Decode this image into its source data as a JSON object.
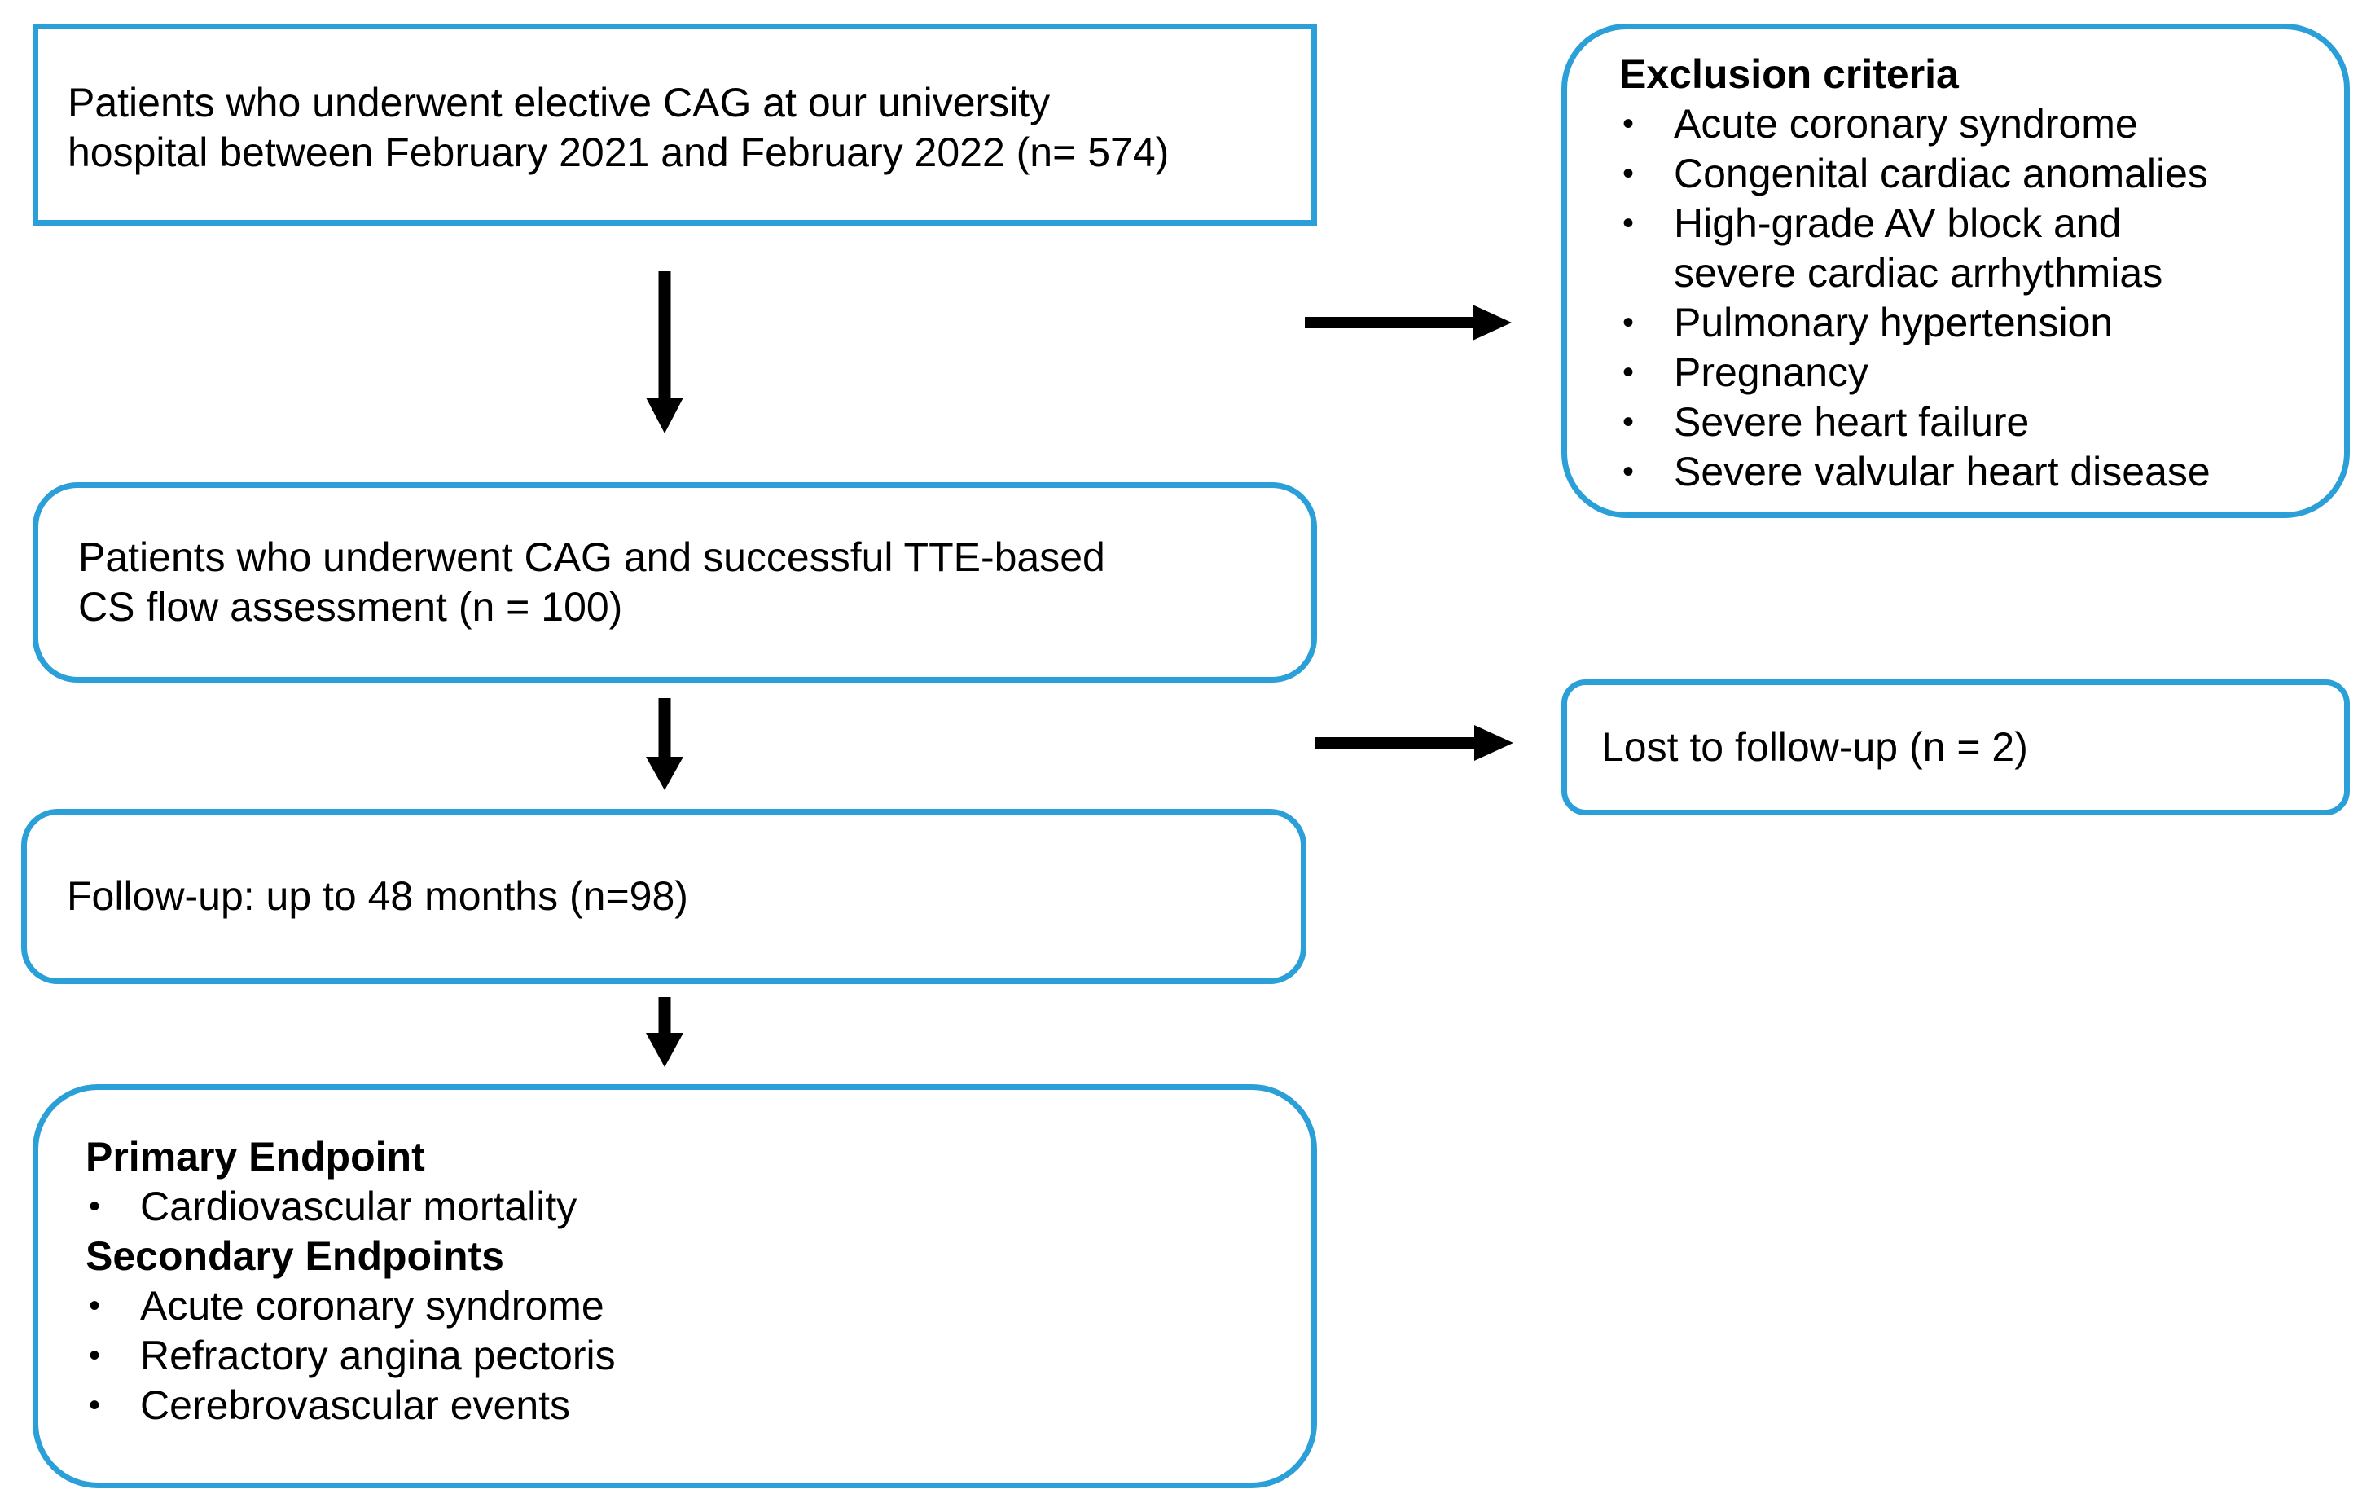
{
  "boxes": {
    "enrollment": {
      "lines": [
        "Patients who underwent elective CAG at our university",
        "hospital between February 2021 and February 2022 (n= 574)"
      ]
    },
    "exclusion": {
      "heading": "Exclusion criteria",
      "items": [
        [
          "Acute coronary syndrome"
        ],
        [
          "Congenital cardiac anomalies"
        ],
        [
          "High-grade AV block and",
          "severe cardiac arrhythmias"
        ],
        [
          "Pulmonary hypertension"
        ],
        [
          "Pregnancy"
        ],
        [
          "Severe heart failure"
        ],
        [
          "Severe valvular heart disease"
        ]
      ]
    },
    "assessment": {
      "lines": [
        "Patients who underwent CAG and successful TTE-based",
        "CS flow assessment (n = 100)"
      ]
    },
    "lost": {
      "text": "Lost to follow-up (n = 2)"
    },
    "followup": {
      "text": "Follow-up: up to 48 months (n=98)"
    },
    "endpoints": {
      "primary_heading": "Primary Endpoint",
      "primary_items": [
        "Cardiovascular mortality"
      ],
      "secondary_heading": "Secondary Endpoints",
      "secondary_items": [
        "Acute coronary syndrome",
        "Refractory angina pectoris",
        "Cerebrovascular events"
      ]
    }
  },
  "bullet_char": "•",
  "colors": {
    "box_border": "#2a9fd8",
    "arrow": "#000000",
    "text": "#000000"
  }
}
